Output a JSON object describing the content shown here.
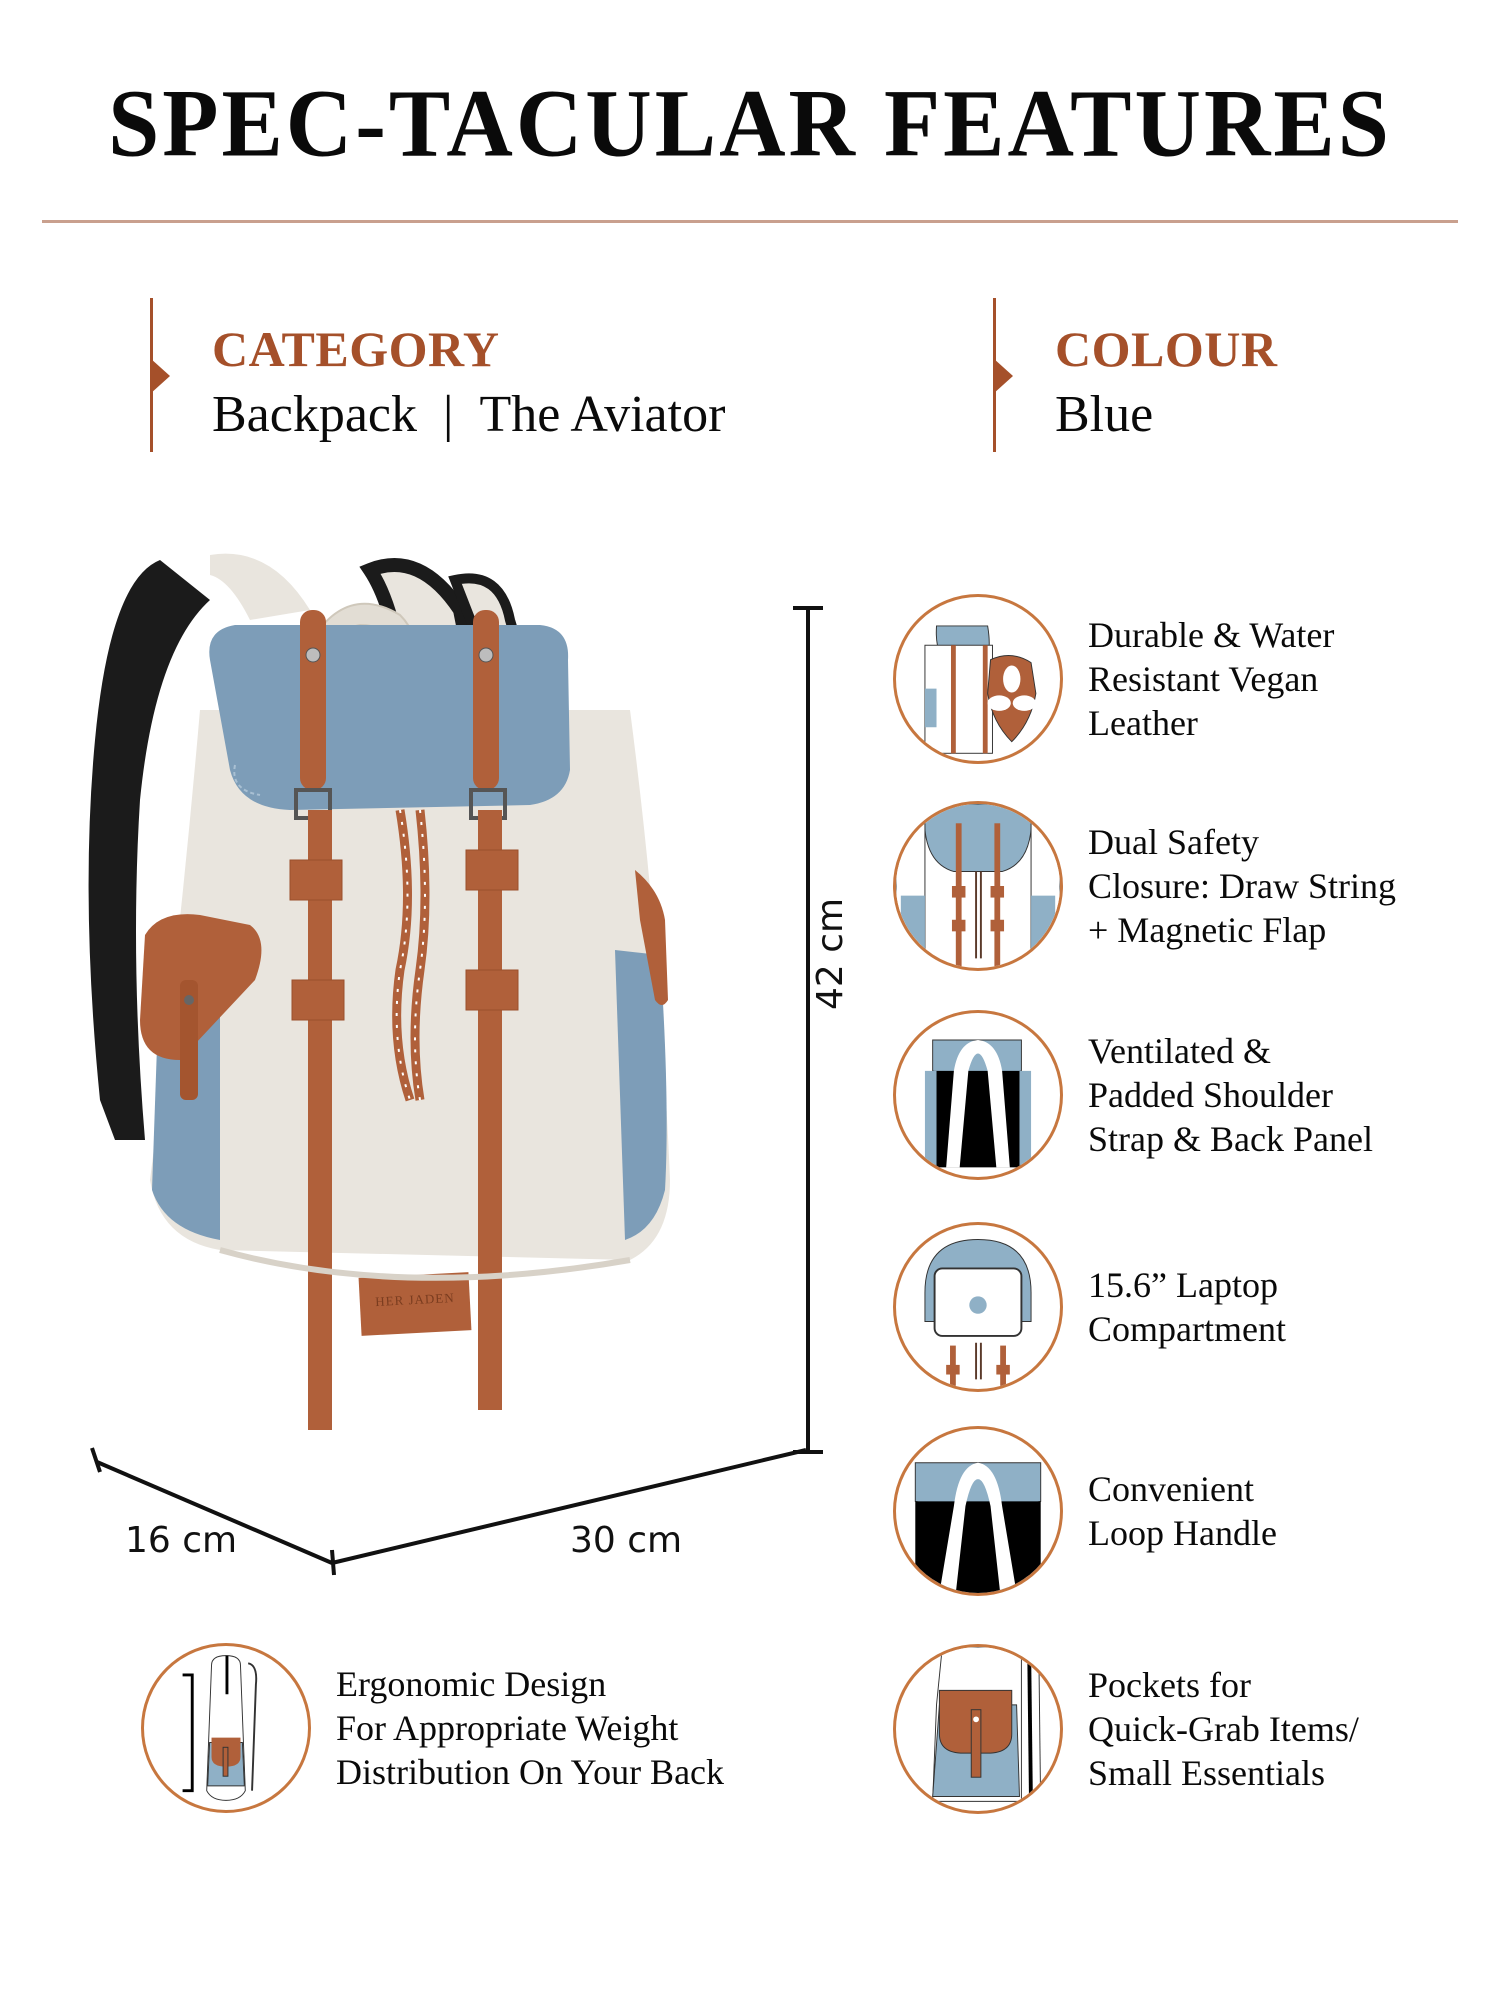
{
  "header": {
    "title": "SPEC-TACULAR FEATURES"
  },
  "specs": [
    {
      "label": "CATEGORY",
      "value_parts": [
        "Backpack",
        "|",
        "The Aviator"
      ]
    },
    {
      "label": "COLOUR",
      "value_parts": [
        "Blue"
      ]
    }
  ],
  "product": {
    "brand_patch": "HER JADEN",
    "image_alt": "Blue and cream vegan leather backpack with brown straps",
    "colors": {
      "flap_blue": "#7d9db8",
      "canvas_cream": "#e9e5de",
      "leather_brown": "#b0603a",
      "strap_black": "#1b1b1b"
    }
  },
  "dimensions": {
    "height": "42 cm",
    "width": "30 cm",
    "depth": "16 cm"
  },
  "features": [
    {
      "icon": "vegan-leather-icon",
      "text": "Durable & Water\nResistant Vegan\nLeather"
    },
    {
      "icon": "dual-closure-icon",
      "text": "Dual Safety\nClosure: Draw String\n+ Magnetic Flap"
    },
    {
      "icon": "padded-strap-icon",
      "text": "Ventilated &\nPadded Shoulder\nStrap & Back Panel"
    },
    {
      "icon": "laptop-compartment-icon",
      "text": "15.6” Laptop\nCompartment"
    },
    {
      "icon": "loop-handle-icon",
      "text": "Convenient\nLoop Handle"
    },
    {
      "icon": "side-pocket-icon",
      "text": "Pockets for\nQuick-Grab Items/\nSmall Essentials"
    },
    {
      "icon": "ergonomic-design-icon",
      "text": "Ergonomic Design\nFor Appropriate Weight\nDistribution On Your Back"
    }
  ],
  "theme": {
    "accent": "#a5502a",
    "divider": "#c9a08e",
    "icon_ring": "#c7773f",
    "icon_blue": "#8fb0c6",
    "text": "#0a0a0a"
  }
}
